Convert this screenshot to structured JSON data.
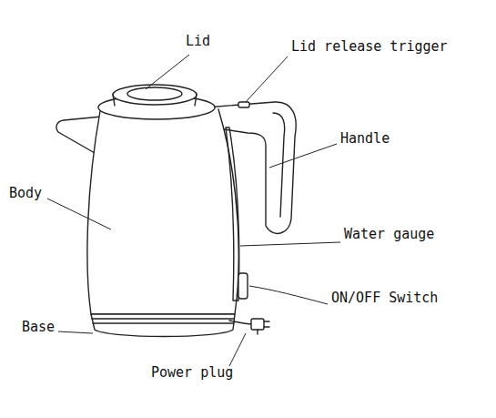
{
  "diagram": {
    "labels": [
      "Lid",
      "Lid release trigger",
      "Handle",
      "Body",
      "Water gauge",
      "ON/OFF Switch",
      "Base",
      "Power plug"
    ]
  }
}
